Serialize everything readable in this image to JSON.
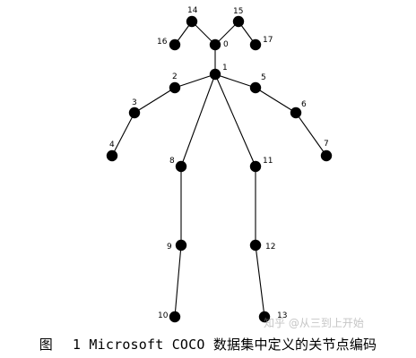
{
  "diagram": {
    "keypoints": [
      {
        "id": "0",
        "label": "0"
      },
      {
        "id": "1",
        "label": "1"
      },
      {
        "id": "2",
        "label": "2"
      },
      {
        "id": "3",
        "label": "3"
      },
      {
        "id": "4",
        "label": "4"
      },
      {
        "id": "5",
        "label": "5"
      },
      {
        "id": "6",
        "label": "6"
      },
      {
        "id": "7",
        "label": "7"
      },
      {
        "id": "8",
        "label": "8"
      },
      {
        "id": "9",
        "label": "9"
      },
      {
        "id": "10",
        "label": "10"
      },
      {
        "id": "11",
        "label": "11"
      },
      {
        "id": "12",
        "label": "12"
      },
      {
        "id": "13",
        "label": "13"
      },
      {
        "id": "14",
        "label": "14"
      },
      {
        "id": "15",
        "label": "15"
      },
      {
        "id": "16",
        "label": "16"
      },
      {
        "id": "17",
        "label": "17"
      }
    ],
    "edges": [
      [
        "16",
        "14"
      ],
      [
        "14",
        "0"
      ],
      [
        "0",
        "15"
      ],
      [
        "15",
        "17"
      ],
      [
        "0",
        "1"
      ],
      [
        "1",
        "2"
      ],
      [
        "2",
        "3"
      ],
      [
        "3",
        "4"
      ],
      [
        "1",
        "5"
      ],
      [
        "5",
        "6"
      ],
      [
        "6",
        "7"
      ],
      [
        "1",
        "8"
      ],
      [
        "8",
        "9"
      ],
      [
        "9",
        "10"
      ],
      [
        "1",
        "11"
      ],
      [
        "11",
        "12"
      ],
      [
        "12",
        "13"
      ]
    ]
  },
  "caption": {
    "prefix": "图",
    "number": "1",
    "text": "Microsoft COCO 数据集中定义的关节点编码"
  },
  "watermark": "知乎 @从三到上开始"
}
